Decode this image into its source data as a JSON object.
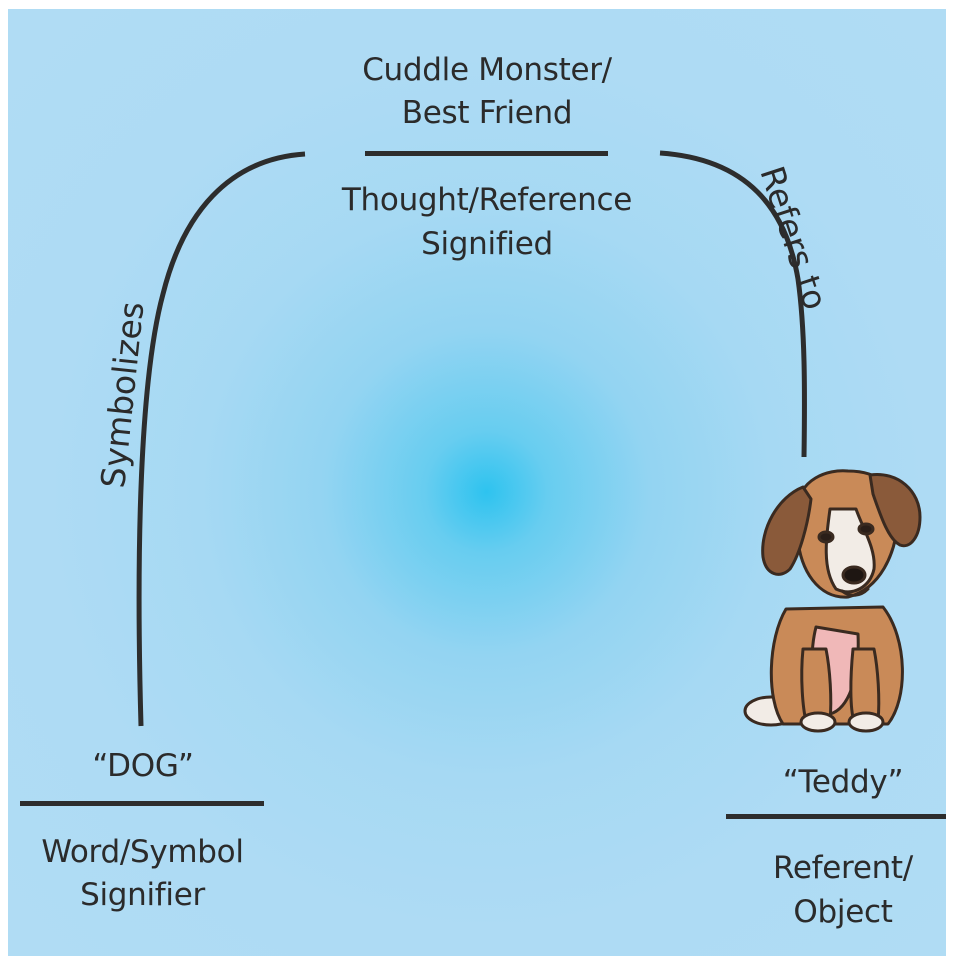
{
  "triangle": {
    "top": {
      "term": "Cuddle Monster/\nBest Friend",
      "role_line1": "Thought/Reference",
      "role_line2": "Signified"
    },
    "left": {
      "term": "“DOG”",
      "role_line1": "Word/Symbol",
      "role_line2": "Signifier"
    },
    "right": {
      "term": "“Teddy”",
      "role_line1": "Referent/",
      "role_line2": "Object"
    },
    "edges": {
      "left": "Symbolizes",
      "right": "Refers to"
    }
  },
  "colors": {
    "background": "#aedbf4",
    "center_glow": "#2ec3ef",
    "line": "#2d2d2d",
    "text": "#2b2b2b"
  },
  "icons": {
    "referent_image": "puppy-illustration"
  }
}
